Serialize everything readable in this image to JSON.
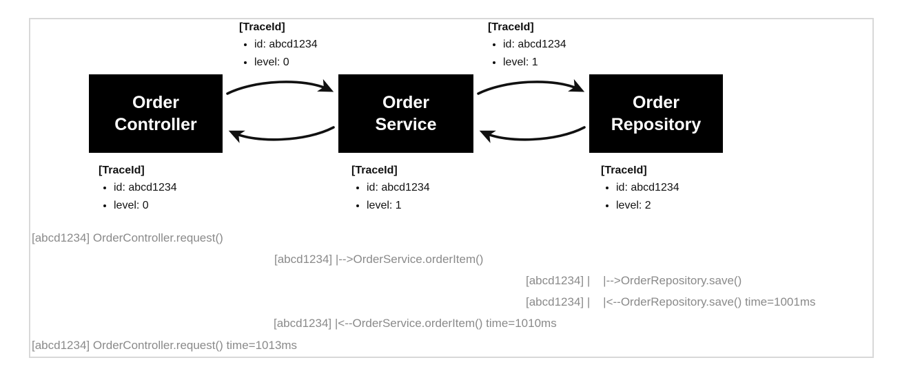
{
  "colors": {
    "node_bg": "#000000",
    "node_text": "#ffffff",
    "annotation_text": "#111111",
    "log_text": "#8a8a8a",
    "frame_border": "#d8d8d8",
    "arrow": "#111111"
  },
  "nodes": [
    {
      "label": "Order Controller"
    },
    {
      "label": "Order Service"
    },
    {
      "label": "Order Repository"
    }
  ],
  "top_annotations": [
    {
      "header": "[TraceId]",
      "items": [
        "id: abcd1234",
        "level: 0"
      ]
    },
    {
      "header": "[TraceId]",
      "items": [
        "id: abcd1234",
        "level: 1"
      ]
    }
  ],
  "bottom_annotations": [
    {
      "header": "[TraceId]",
      "items": [
        "id: abcd1234",
        "level: 0"
      ]
    },
    {
      "header": "[TraceId]",
      "items": [
        "id: abcd1234",
        "level: 1"
      ]
    },
    {
      "header": "[TraceId]",
      "items": [
        "id: abcd1234",
        "level: 2"
      ]
    }
  ],
  "logs": [
    "[abcd1234] OrderController.request()",
    "[abcd1234] |-->OrderService.orderItem()",
    "[abcd1234] |    |-->OrderRepository.save()",
    "[abcd1234] |    |<--OrderRepository.save() time=1001ms",
    "[abcd1234] |<--OrderService.orderItem() time=1010ms",
    "[abcd1234] OrderController.request() time=1013ms"
  ]
}
